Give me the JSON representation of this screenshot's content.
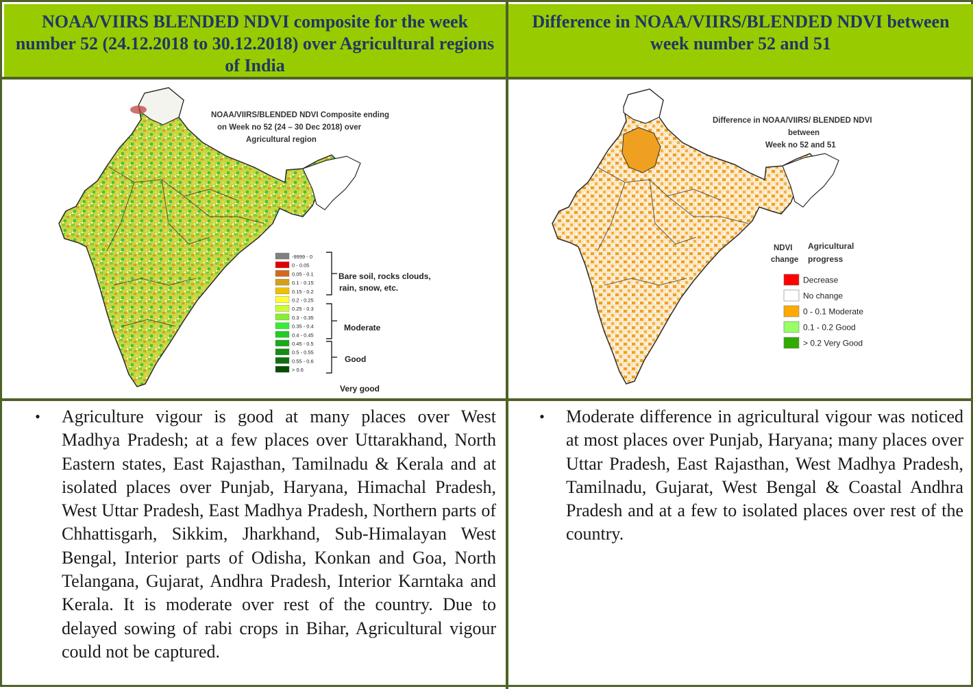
{
  "headers": {
    "left": "NOAA/VIIRS BLENDED NDVI composite for the week number 52 (24.12.2018 to 30.12.2018) over Agricultural regions of India",
    "right": "Difference  in  NOAA/VIIRS/BLENDED NDVI between week number 52 and 51"
  },
  "map_left": {
    "title_lines": [
      "NOAA/VIIRS/BLENDED NDVI Composite ending",
      "on Week no 52 (24 – 30 Dec 2018) over",
      "Agricultural region"
    ],
    "legend": [
      {
        "label": "-9999 - 0",
        "color": "#808080"
      },
      {
        "label": "0 - 0.05",
        "color": "#e00000"
      },
      {
        "label": "0.05 - 0.1",
        "color": "#d2691e"
      },
      {
        "label": "0.1 - 0.15",
        "color": "#d4a017"
      },
      {
        "label": "0.15 - 0.2",
        "color": "#f0c000"
      },
      {
        "label": "0.2 - 0.25",
        "color": "#ffff33"
      },
      {
        "label": "0.25 - 0.3",
        "color": "#ccff33"
      },
      {
        "label": "0.3 - 0.35",
        "color": "#88ee33"
      },
      {
        "label": "0.35 - 0.4",
        "color": "#33ee33"
      },
      {
        "label": "0.4 - 0.45",
        "color": "#22cc22"
      },
      {
        "label": "0.45 - 0.5",
        "color": "#1aaa1a"
      },
      {
        "label": "0.5 - 0.55",
        "color": "#158c15"
      },
      {
        "label": "0.55 - 0.6",
        "color": "#0f700f"
      },
      {
        "label": "> 0.6",
        "color": "#064d06"
      }
    ],
    "groups": {
      "bare_line1": "Bare soil, rocks clouds,",
      "bare_line2": "rain, snow, etc.",
      "moderate": "Moderate",
      "good": "Good",
      "very_good": "Very good"
    }
  },
  "map_right": {
    "title_lines": [
      "Difference in NOAA/VIIRS/ BLENDED  NDVI",
      "between",
      "Week no 52 and 51"
    ],
    "legend_head": {
      "ndvi": "NDVI",
      "change": "change",
      "agri": "Agricultural",
      "progress": "progress"
    },
    "legend": [
      {
        "label": "Decrease",
        "color": "#ff0000"
      },
      {
        "label": "No change",
        "color": "#ffffff"
      },
      {
        "label": "0 - 0.1  Moderate",
        "color": "#ffaa00"
      },
      {
        "label": "0.1 - 0.2  Good",
        "color": "#99ff66"
      },
      {
        "label": "> 0.2  Very Good",
        "color": "#33aa00"
      }
    ]
  },
  "text": {
    "left": "Agriculture vigour is good at many places over West Madhya Pradesh; at a few places over Uttarakhand, North Eastern states, East Rajasthan, Tamilnadu & Kerala and at isolated places over Punjab, Haryana, Himachal Pradesh, West Uttar Pradesh, East Madhya Pradesh, Northern parts of Chhattisgarh, Sikkim, Jharkhand, Sub-Himalayan West Bengal, Interior parts of Odisha, Konkan and Goa, North Telangana, Gujarat, Andhra Pradesh, Interior Karntaka and Kerala.  It is  moderate over rest of the country. Due to delayed sowing of rabi crops in Bihar, Agricultural vigour could not be captured.",
    "right": "Moderate difference in agricultural vigour was noticed at most places over Punjab, Haryana; many places over Uttar Pradesh, East Rajasthan, West Madhya Pradesh, Tamilnadu, Gujarat, West Bengal & Coastal Andhra Pradesh and at a few to isolated places over rest of the country."
  },
  "bullet": "•"
}
